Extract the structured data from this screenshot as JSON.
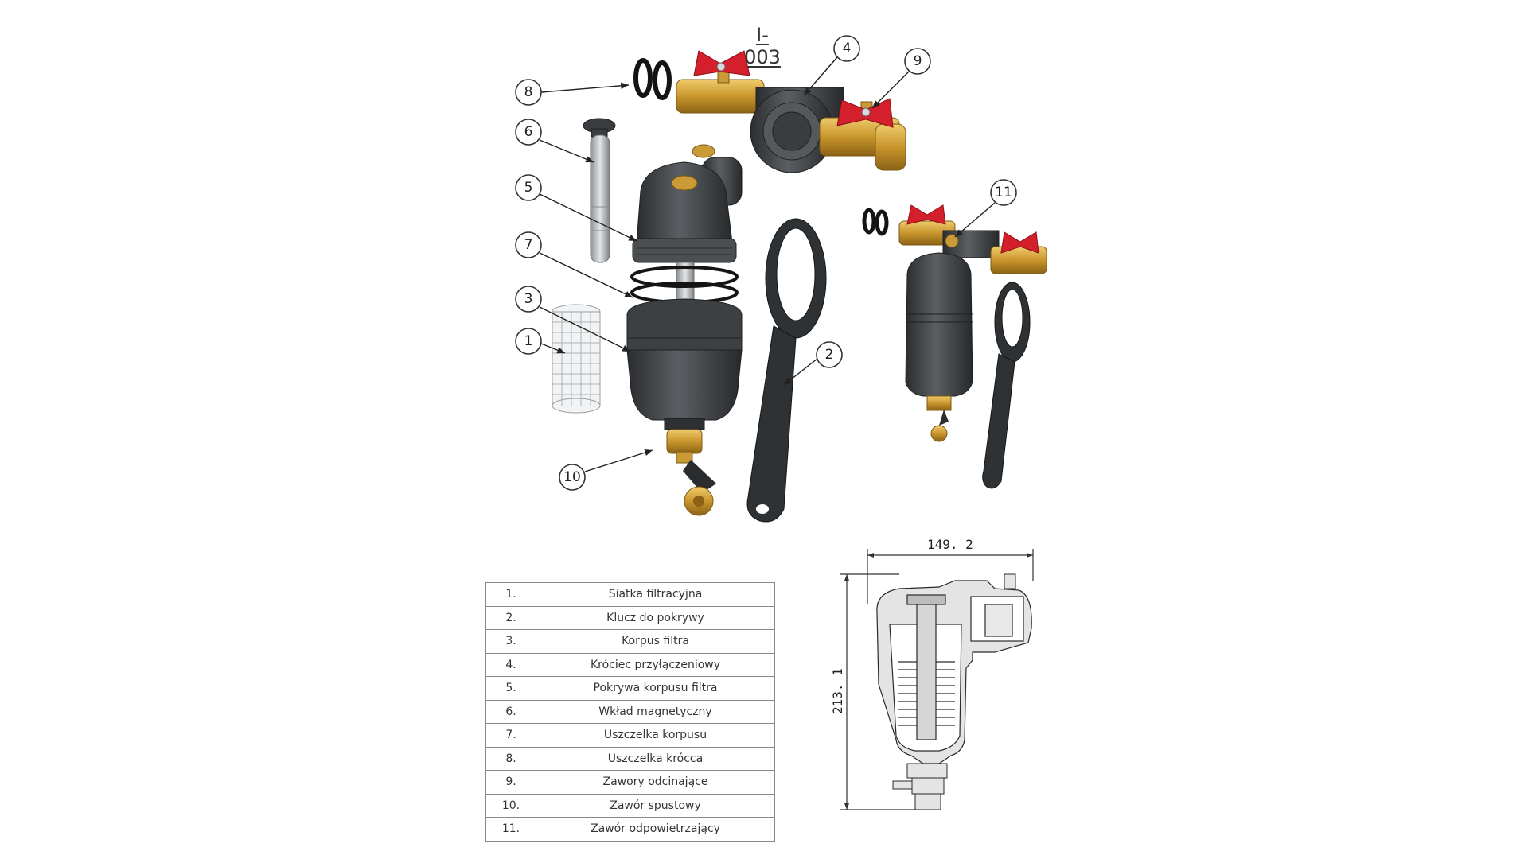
{
  "diagram": {
    "title": "I-003",
    "callouts": [
      "8",
      "6",
      "5",
      "7",
      "3",
      "1",
      "10",
      "4",
      "9",
      "2",
      "11"
    ]
  },
  "parts": [
    {
      "num": "1.",
      "name": "Siatka filtracyjna"
    },
    {
      "num": "2.",
      "name": "Klucz do pokrywy"
    },
    {
      "num": "3.",
      "name": "Korpus filtra"
    },
    {
      "num": "4.",
      "name": "Króciec przyłączeniowy"
    },
    {
      "num": "5.",
      "name": "Pokrywa korpusu filtra"
    },
    {
      "num": "6.",
      "name": "Wkład magnetyczny"
    },
    {
      "num": "7.",
      "name": "Uszczelka korpusu"
    },
    {
      "num": "8.",
      "name": "Uszczelka krócca"
    },
    {
      "num": "9.",
      "name": "Zawory odcinające"
    },
    {
      "num": "10.",
      "name": "Zawór spustowy"
    },
    {
      "num": "11.",
      "name": "Zawór odpowietrzający"
    }
  ],
  "dimensions": {
    "width": "149. 2",
    "height": "213. 1"
  }
}
